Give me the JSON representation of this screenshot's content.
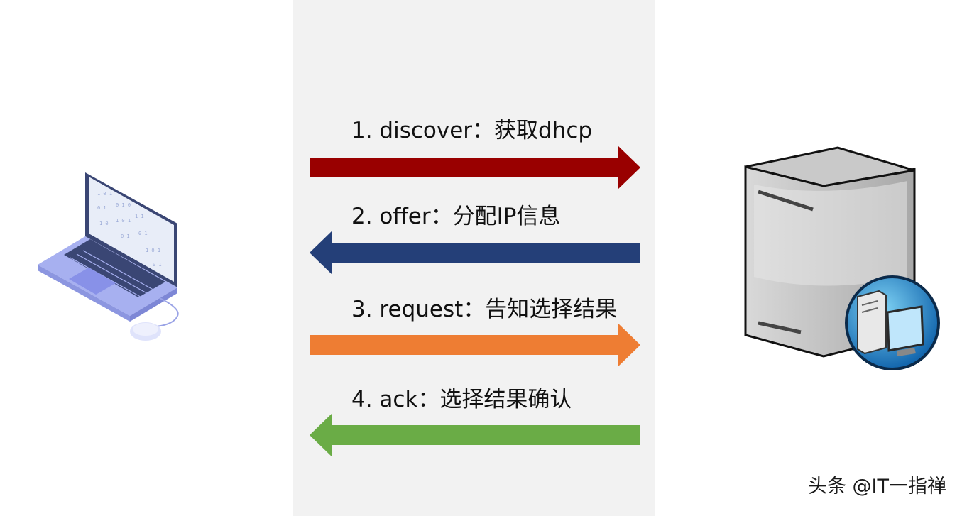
{
  "steps": [
    {
      "label": "1. discover：获取dhcp",
      "direction": "right",
      "color": "#990000"
    },
    {
      "label": "2. offer：分配IP信息",
      "direction": "left",
      "color": "#243f78"
    },
    {
      "label": "3. request：告知选择结果",
      "direction": "right",
      "color": "#ee7d33"
    },
    {
      "label": "4. ack：选择结果确认",
      "direction": "left",
      "color": "#6aac46"
    }
  ],
  "watermark": "头条 @IT一指禅"
}
